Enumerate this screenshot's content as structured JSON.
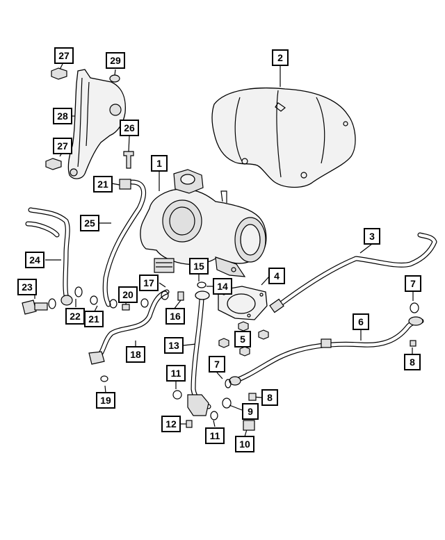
{
  "diagram": {
    "callouts": [
      {
        "id": "c27a",
        "label": "27"
      },
      {
        "id": "c29",
        "label": "29"
      },
      {
        "id": "c2",
        "label": "2"
      },
      {
        "id": "c28",
        "label": "28"
      },
      {
        "id": "c26",
        "label": "26"
      },
      {
        "id": "c27b",
        "label": "27"
      },
      {
        "id": "c1",
        "label": "1"
      },
      {
        "id": "c21a",
        "label": "21"
      },
      {
        "id": "c25",
        "label": "25"
      },
      {
        "id": "c3",
        "label": "3"
      },
      {
        "id": "c24",
        "label": "24"
      },
      {
        "id": "c15",
        "label": "15"
      },
      {
        "id": "c4",
        "label": "4"
      },
      {
        "id": "c17",
        "label": "17"
      },
      {
        "id": "c14",
        "label": "14"
      },
      {
        "id": "c7a",
        "label": "7"
      },
      {
        "id": "c23",
        "label": "23"
      },
      {
        "id": "c20",
        "label": "20"
      },
      {
        "id": "c22",
        "label": "22"
      },
      {
        "id": "c21b",
        "label": "21"
      },
      {
        "id": "c16",
        "label": "16"
      },
      {
        "id": "c6",
        "label": "6"
      },
      {
        "id": "c5",
        "label": "5"
      },
      {
        "id": "c13",
        "label": "13"
      },
      {
        "id": "c18",
        "label": "18"
      },
      {
        "id": "c8a",
        "label": "8"
      },
      {
        "id": "c7b",
        "label": "7"
      },
      {
        "id": "c11a",
        "label": "11"
      },
      {
        "id": "c19",
        "label": "19"
      },
      {
        "id": "c8b",
        "label": "8"
      },
      {
        "id": "c9",
        "label": "9"
      },
      {
        "id": "c12",
        "label": "12"
      },
      {
        "id": "c11b",
        "label": "11"
      },
      {
        "id": "c10",
        "label": "10"
      }
    ]
  }
}
